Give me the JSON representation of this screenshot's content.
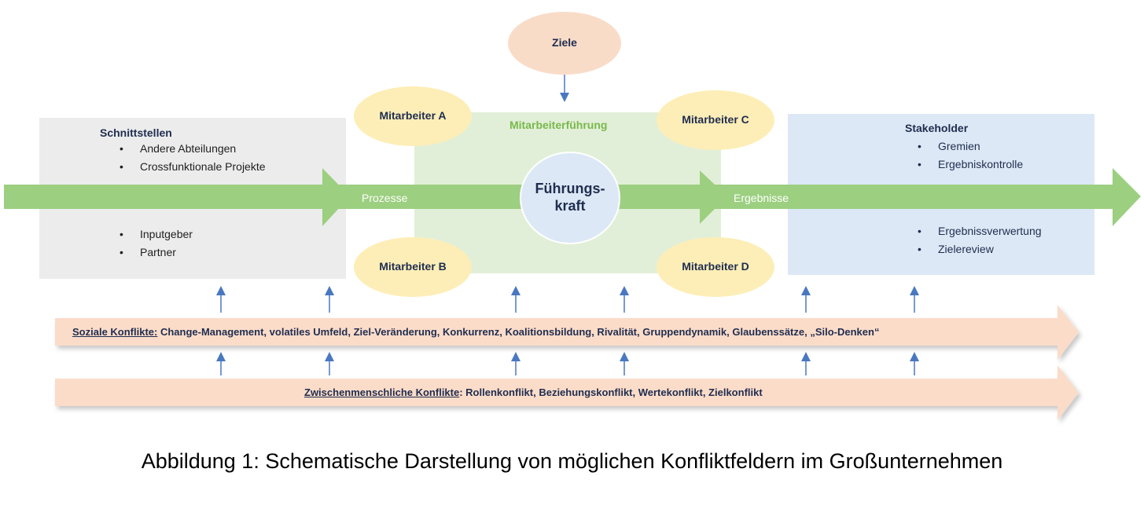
{
  "colors": {
    "grey_box": "#ececec",
    "green_box": "#e2efd8",
    "blue_box": "#dce8f5",
    "main_arrow": "#9ccf80",
    "conflict_arrow": "#fbdcc9",
    "oval_yellow": "#fdeeb7",
    "oval_peach": "#f9dcc8",
    "oval_blue": "#dce8f5",
    "small_arrow": "#4a78c0",
    "text_navy": "#1f2d4f"
  },
  "diagram": {
    "ziele": "Ziele",
    "mitarbeiter_a": "Mitarbeiter A",
    "mitarbeiter_b": "Mitarbeiter B",
    "mitarbeiter_c": "Mitarbeiter C",
    "mitarbeiter_d": "Mitarbeiter D",
    "mitarbeiterfuehrung": "Mitarbeiterführung",
    "fuehrungskraft_line1": "Führungs-",
    "fuehrungskraft_line2": "kraft",
    "prozesse": "Prozesse",
    "ergebnisse": "Ergebnisse",
    "schnittstellen": {
      "title": "Schnittstellen",
      "top_items": [
        "Andere Abteilungen",
        "Crossfunktionale Projekte"
      ],
      "bottom_items": [
        "Inputgeber",
        "Partner"
      ]
    },
    "stakeholder": {
      "title": "Stakeholder",
      "top_items": [
        "Gremien",
        "Ergebniskontrolle"
      ],
      "bottom_items": [
        "Ergebnissverwertung",
        "Zielereview"
      ]
    },
    "soziale_konflikte": {
      "heading": "Soziale Konflikte:",
      "text": " Change-Management, volatiles Umfeld, Ziel-Veränderung, Konkurrenz, Koalitionsbildung, Rivalität, Gruppendynamik, Glaubenssätze, „Silo-Denken“"
    },
    "zwischenmenschliche_konflikte": {
      "heading": "Zwischenmenschliche Konflikte",
      "text": ": Rollenkonflikt, Beziehungskonflikt, Wertekonflikt, Zielkonflikt"
    }
  },
  "caption": "Abbildung 1: Schematische Darstellung von möglichen Konfliktfeldern im Großunternehmen"
}
